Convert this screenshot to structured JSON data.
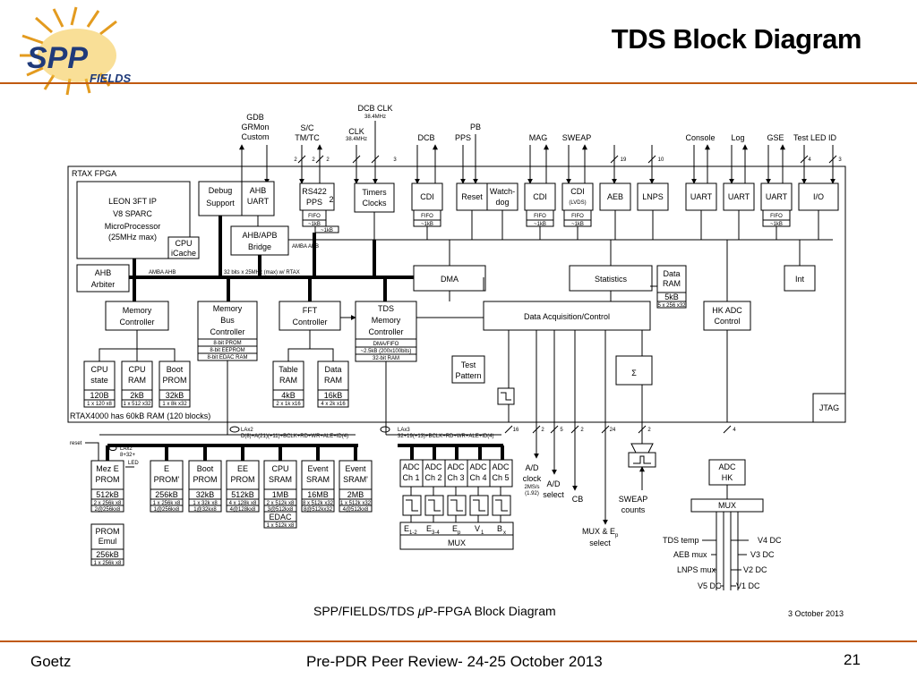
{
  "title": "TDS Block Diagram",
  "logo": {
    "text1": "SPP",
    "text2": "FIELDS"
  },
  "footer": {
    "author": "Goetz",
    "event": "Pre-PDR Peer Review- 24-25 October 2013",
    "page": "21"
  },
  "diagram": {
    "caption_prefix": "SPP/FIELDS/TDS ",
    "caption_mu": "μ",
    "caption_rest": "P-FPGA Block Diagram",
    "date": "3 October 2013",
    "fpga_label": "RTAX FPGA",
    "ram_note": "RTAX4000 has 60kB RAM (120 blocks)",
    "ext_top": {
      "gdb": "GDB",
      "grmon": "GRMon",
      "custom": "Custom",
      "sc": "S/C",
      "tmtc": "TM/TC",
      "clk": "CLK",
      "clk_freq": "38.4MHz",
      "dcbclk": "DCB CLK",
      "dcbclk_freq": "38.4MHz",
      "dcb": "DCB",
      "pps": "PPS",
      "pb": "PB",
      "mag": "MAG",
      "sweap": "SWEAP",
      "console": "Console",
      "log": "Log",
      "gse": "GSE",
      "testled": "Test LED ID"
    },
    "nums": {
      "n2a": "2",
      "n2b": "2",
      "n2c": "2",
      "n3a": "3",
      "n19": "19",
      "n10": "10",
      "n4": "4",
      "n3b": "3"
    },
    "leon": {
      "l1": "LEON 3FT IP",
      "l2": "V8 SPARC",
      "l3": "MicroProcessor",
      "l4": "(25MHz max)"
    },
    "cpu_icache": {
      "l1": "CPU",
      "l2": "iCache"
    },
    "debug": {
      "l1": "Debug",
      "l2": "Support"
    },
    "ahb_uart": {
      "l1": "AHB",
      "l2": "UART"
    },
    "ahbapb": {
      "l1": "AHB/APB",
      "l2": "Bridge"
    },
    "amba_apb": "AMBA APB",
    "amba_ahb": "AMBA AHB",
    "bus_note": "32 bits x 25MHz (max) w/ RTAX",
    "ahb_arbiter": {
      "l1": "AHB",
      "l2": "Arbiter"
    },
    "rs422": {
      "l1": "RS422",
      "l2": "PPS",
      "n": "2"
    },
    "fifo_label": "FIFO",
    "fifo_size": "~1kB",
    "timers": {
      "l1": "Timers",
      "l2": "Clocks"
    },
    "cdi": "CDI",
    "reset": "Reset",
    "watchdog": {
      "l1": "Watch-",
      "l2": "dog"
    },
    "cdi_lvds": {
      "l1": "CDI",
      "l2": "(LVDS)"
    },
    "aeb": "AEB",
    "lnps": "LNPS",
    "uart": "UART",
    "io": "I/O",
    "dma": "DMA",
    "statistics": "Statistics",
    "dataram": {
      "l1": "Data",
      "l2": "RAM",
      "size": "5kB",
      "org": "5 x 256 x32"
    },
    "int": "Int",
    "memctrl": {
      "l1": "Memory",
      "l2": "Controller"
    },
    "membus": {
      "l1": "Memory",
      "l2": "Bus",
      "l3": "Controller",
      "r1": "8-bit PROM",
      "r2": "8-bit EEPROM",
      "r3": "8-bit EDAC RAM"
    },
    "fft": {
      "l1": "FFT",
      "l2": "Controller"
    },
    "tdsmem": {
      "l1": "TDS",
      "l2": "Memory",
      "l3": "Controller",
      "r1": "DMA/FIFO",
      "r2": "~2.5kB (200x100bits)",
      "r3": "32-bit RAM"
    },
    "daq": "Data Acquisition/Control",
    "hkadc": {
      "l1": "HK ADC",
      "l2": "Control"
    },
    "cpustate": {
      "l1": "CPU",
      "l2": "state",
      "size": "120B",
      "org": "1 x 120 x8"
    },
    "cpuram": {
      "l1": "CPU",
      "l2": "RAM",
      "size": "2kB",
      "org": "1 x 512 x32"
    },
    "bootprom": {
      "l1": "Boot",
      "l2": "PROM",
      "size": "32kB",
      "org": "1 x 8k x32"
    },
    "tableram": {
      "l1": "Table",
      "l2": "RAM",
      "size": "4kB",
      "org": "2 x 1k x16"
    },
    "dataram2": {
      "l1": "Data",
      "l2": "RAM",
      "size": "16kB",
      "org": "4 x 2k x16"
    },
    "testpattern": {
      "l1": "Test",
      "l2": "Pattern"
    },
    "sigma": "Σ",
    "jtag": "JTAG",
    "lax2": "LAx2",
    "lax2_bus": "D(8)+A(21)(+11)+BCLK+RD+WR+ALE+ID(4)",
    "lax3": "LAx3",
    "lax3_bus": "32+19(+13)+BCLK+RD+WR+ALE+ID(4)",
    "mid_nums": {
      "n16": "16",
      "n2a": "2",
      "n5": "5",
      "n2b": "2",
      "n24": "24",
      "n2c": "2",
      "n4": "4"
    },
    "reset_lbl": "reset",
    "lax2b": "LAx2",
    "lax2b_note": "8+32+",
    "led": "LED",
    "meze": {
      "l1": "Mez E",
      "l2": "PROM",
      "size": "512kB",
      "o1": "2 x 256k x8",
      "o2": "2@256kx8"
    },
    "prom": {
      "l1": "PROM",
      "l2": "Emul",
      "size": "256kB",
      "org": "1 x 256k x8"
    },
    "eprom": {
      "l1": "E",
      "l2": "PROM'",
      "size": "256kB",
      "o1": "1 x 256k x8",
      "o2": "1@256kx8"
    },
    "bootprom2": {
      "l1": "Boot",
      "l2": "PROM",
      "size": "32kB",
      "o1": "1 x 32k x8",
      "o2": "1@32kx8"
    },
    "eeprom": {
      "l1": "EE",
      "l2": "PROM",
      "size": "512kB",
      "o1": "4 x 128k x8",
      "o2": "4@128kx8"
    },
    "cpusram": {
      "l1": "CPU",
      "l2": "SRAM",
      "size": "1MB",
      "o1": "2 x 512k x8",
      "o2": "3@512kx8",
      "edac": "EDAC",
      "edac_org": "1 x 512k x8"
    },
    "eventsram": {
      "l1": "Event",
      "l2": "SRAM",
      "size": "16MB",
      "o1": "8 x 512k x32",
      "o2": "8@512kx32"
    },
    "eventsram2": {
      "l1": "Event",
      "l2": "SRAM'",
      "size": "2MB",
      "o1": "1 x 512k x32",
      "o2": "4@512kx8"
    },
    "adc": {
      "l": "ADC",
      "ch1": "Ch 1",
      "ch2": "Ch 2",
      "ch3": "Ch 3",
      "ch4": "Ch 4",
      "ch5": "Ch 5"
    },
    "mux_inputs": {
      "e12": "E",
      "e12s": "1-2",
      "e34": "E",
      "e34s": "3-4",
      "ep": "E",
      "eps": "p",
      "v1": "V",
      "v1s": "1",
      "bx": "B",
      "bxs": "x"
    },
    "mux": "MUX",
    "ad_clock": {
      "l1": "A/D",
      "l2": "clock",
      "l3": "2MS/s",
      "l4": "(1.92)"
    },
    "ad_select": {
      "l1": "A/D",
      "l2": "select"
    },
    "cb": "CB",
    "mux_ep": {
      "l1": "MUX & E",
      "sub": "p",
      "l2": "select"
    },
    "sweap_counts": {
      "l1": "SWEAP",
      "l2": "counts"
    },
    "adchk": {
      "l1": "ADC",
      "l2": "HK"
    },
    "hk_inputs": {
      "tdstemp": "TDS temp",
      "aebmux": "AEB mux",
      "lnpsmux": "LNPS mux",
      "v5": "V5 DC",
      "v4": "V4 DC",
      "v3": "V3 DC",
      "v2": "V2 DC",
      "v1": "V1 DC"
    }
  }
}
